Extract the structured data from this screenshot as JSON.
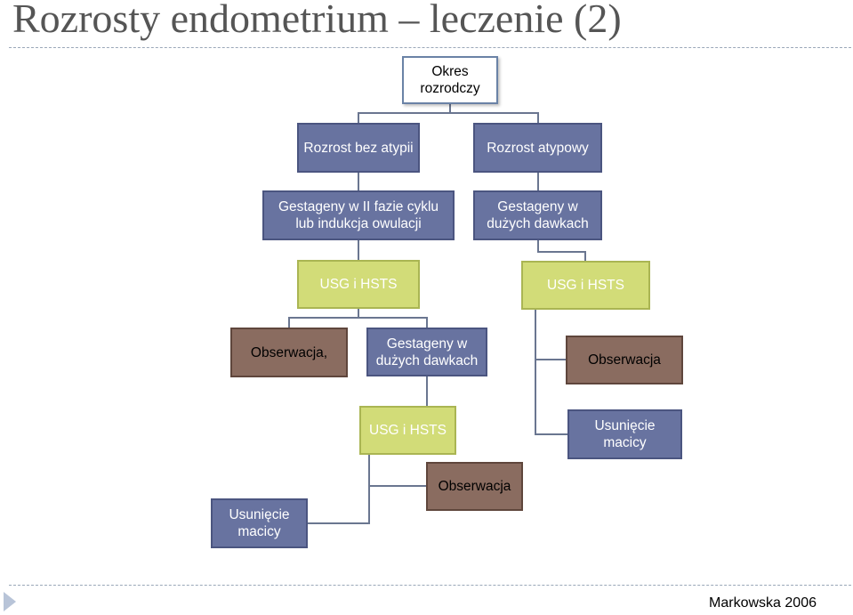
{
  "title": "Rozrosty endometrium – leczenie (2)",
  "footer": "Markowska 2006",
  "nodes": {
    "root": "Okres rozrodczy",
    "no_atypia": "Rozrost bez atypii",
    "atypia": "Rozrost atypowy",
    "gestagens_phase": "Gestageny w II fazie cyklu lub indukcja owulacji",
    "gestagens_high_right": "Gestageny w dużych dawkach",
    "usg_left": "USG i HSTS",
    "usg_right": "USG i HSTS",
    "observation_left": "Obserwacja,",
    "gestagens_high_mid": "Gestageny w dużych dawkach",
    "observation_right": "Obserwacja",
    "usg_mid": "USG i HSTS",
    "hysterectomy_right": "Usunięcie macicy",
    "observation_mid": "Obserwacja",
    "hysterectomy_left": "Usunięcie macicy"
  },
  "colors": {
    "blue": "#6873a0",
    "green": "#d2dc78",
    "brown": "#8a6c60",
    "connector": "#6a7690",
    "title": "#555555"
  }
}
